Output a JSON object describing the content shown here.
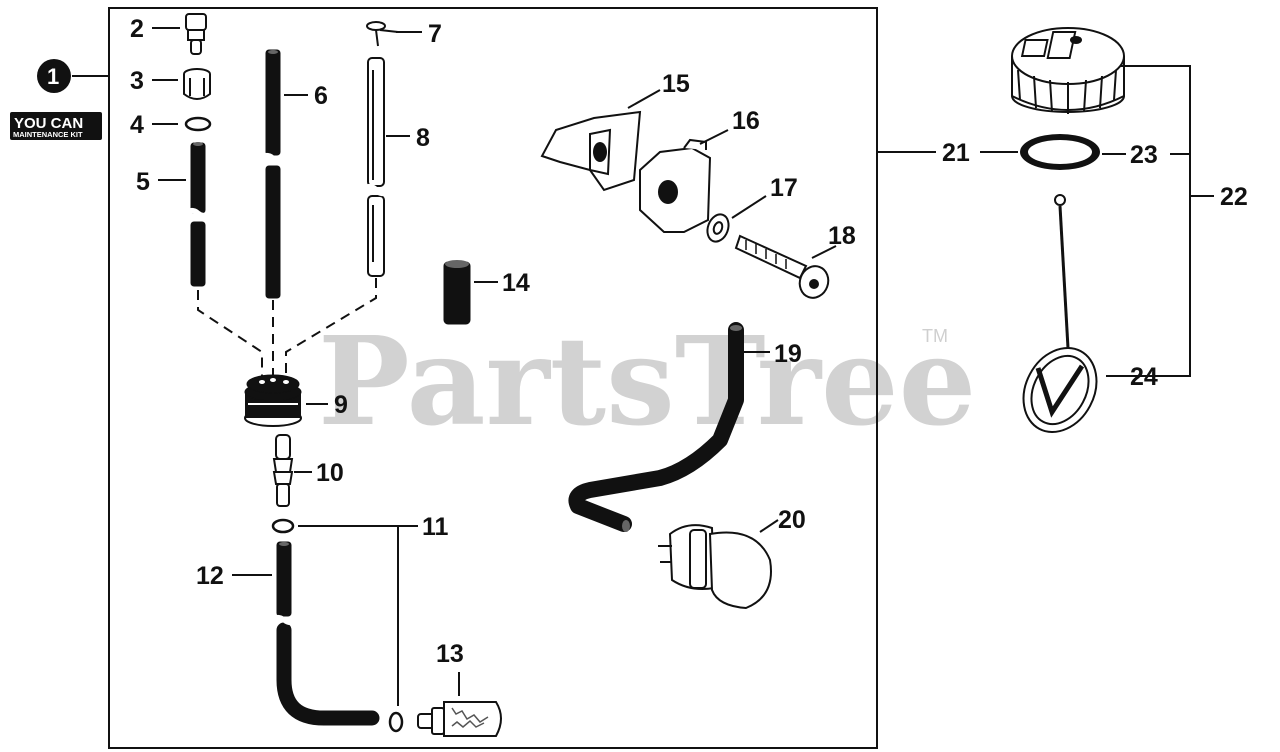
{
  "watermark": {
    "text": "PartsTree",
    "trademark": "TM"
  },
  "kit_badge": {
    "number": "1",
    "line1": "YOU CAN",
    "line2": "MAINTENANCE KIT"
  },
  "callouts": [
    "2",
    "3",
    "4",
    "5",
    "6",
    "7",
    "8",
    "9",
    "10",
    "11",
    "12",
    "13",
    "14",
    "15",
    "16",
    "17",
    "18",
    "19",
    "20",
    "21",
    "22",
    "23",
    "24"
  ]
}
